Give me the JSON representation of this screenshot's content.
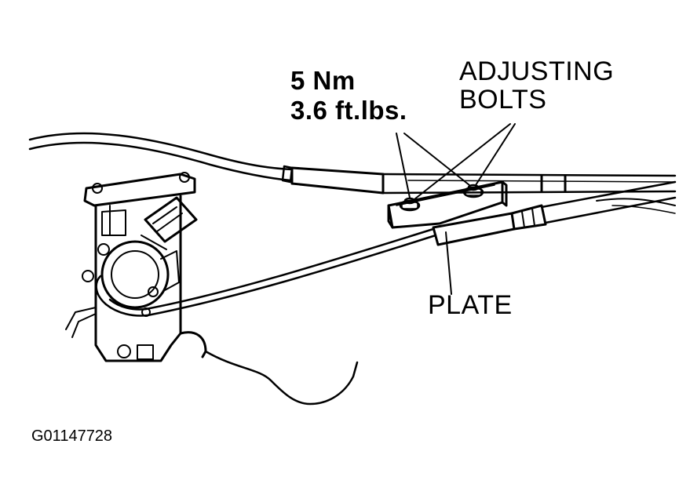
{
  "diagram": {
    "torque": {
      "metric": "5 Nm",
      "imperial": "3.6 ft.lbs."
    },
    "callouts": {
      "adjusting_bolts_line1": "ADJUSTING",
      "adjusting_bolts_line2": "BOLTS",
      "plate": "PLATE"
    },
    "figure_id": "G01147728"
  }
}
